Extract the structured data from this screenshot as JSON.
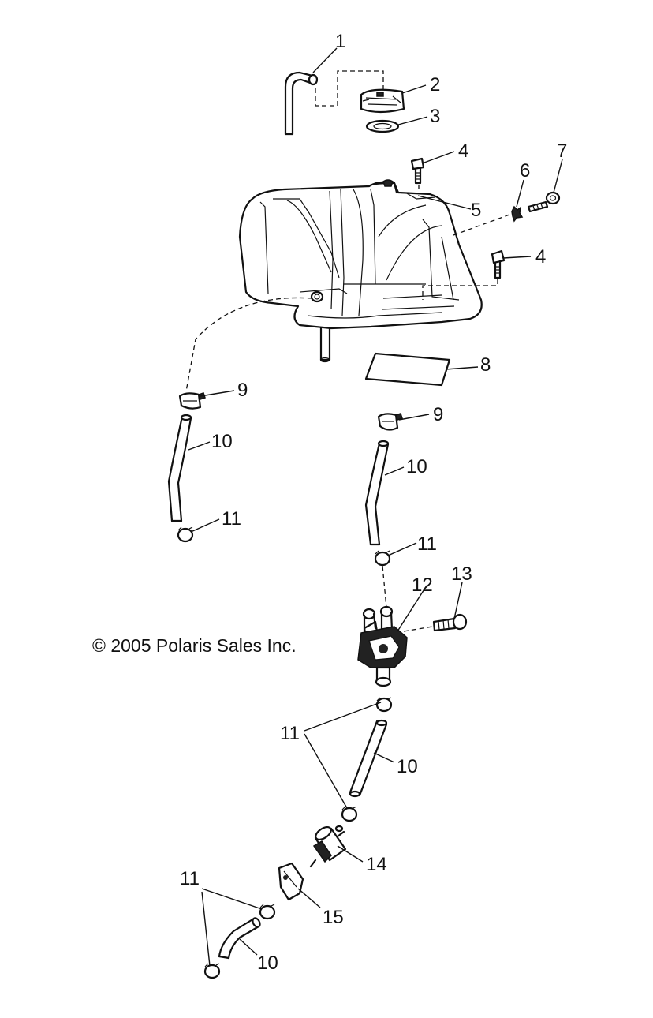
{
  "copyright": "© 2005 Polaris Sales Inc.",
  "callouts": {
    "c1": "1",
    "c2": "2",
    "c3": "3",
    "c4a": "4",
    "c4b": "4",
    "c5": "5",
    "c6": "6",
    "c7": "7",
    "c8": "8",
    "c9a": "9",
    "c9b": "9",
    "c10a": "10",
    "c10b": "10",
    "c10c": "10",
    "c10d": "10",
    "c11a": "11",
    "c11b": "11",
    "c11c": "11",
    "c11d": "11",
    "c12": "12",
    "c13": "13",
    "c14": "14",
    "c15": "15"
  }
}
